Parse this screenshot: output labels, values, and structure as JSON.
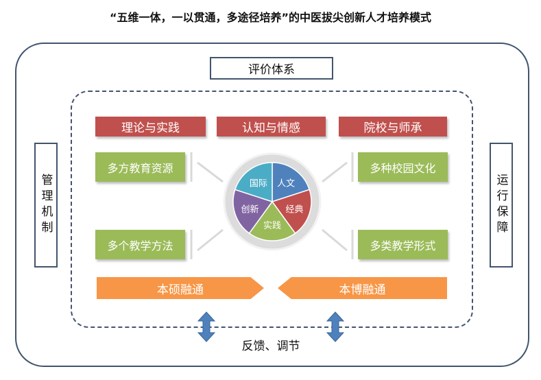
{
  "title": "“五维一体，一以贯通，多途径培养”的中医拔尖创新人才培养模式",
  "evaluation": "评价体系",
  "top_boxes": [
    "理论与实践",
    "认知与情感",
    "院校与师承"
  ],
  "green_boxes": [
    "多方教育资源",
    "多种校园文化",
    "多个教学方法",
    "多类教学形式"
  ],
  "side_left": "管理机制",
  "side_right": "运行保障",
  "pie": [
    {
      "label": "人文",
      "color": "#4f81bd"
    },
    {
      "label": "经典",
      "color": "#c0504d"
    },
    {
      "label": "实践",
      "color": "#9bbb59"
    },
    {
      "label": "创新",
      "color": "#8064a2"
    },
    {
      "label": "国际",
      "color": "#4bacc6"
    }
  ],
  "arrows": [
    "本硕融通",
    "本博融通"
  ],
  "feedback": "反馈、调节",
  "colors": {
    "border": "#41546d",
    "orange": "#f79646",
    "arrow_blue": "#4f81bd"
  }
}
